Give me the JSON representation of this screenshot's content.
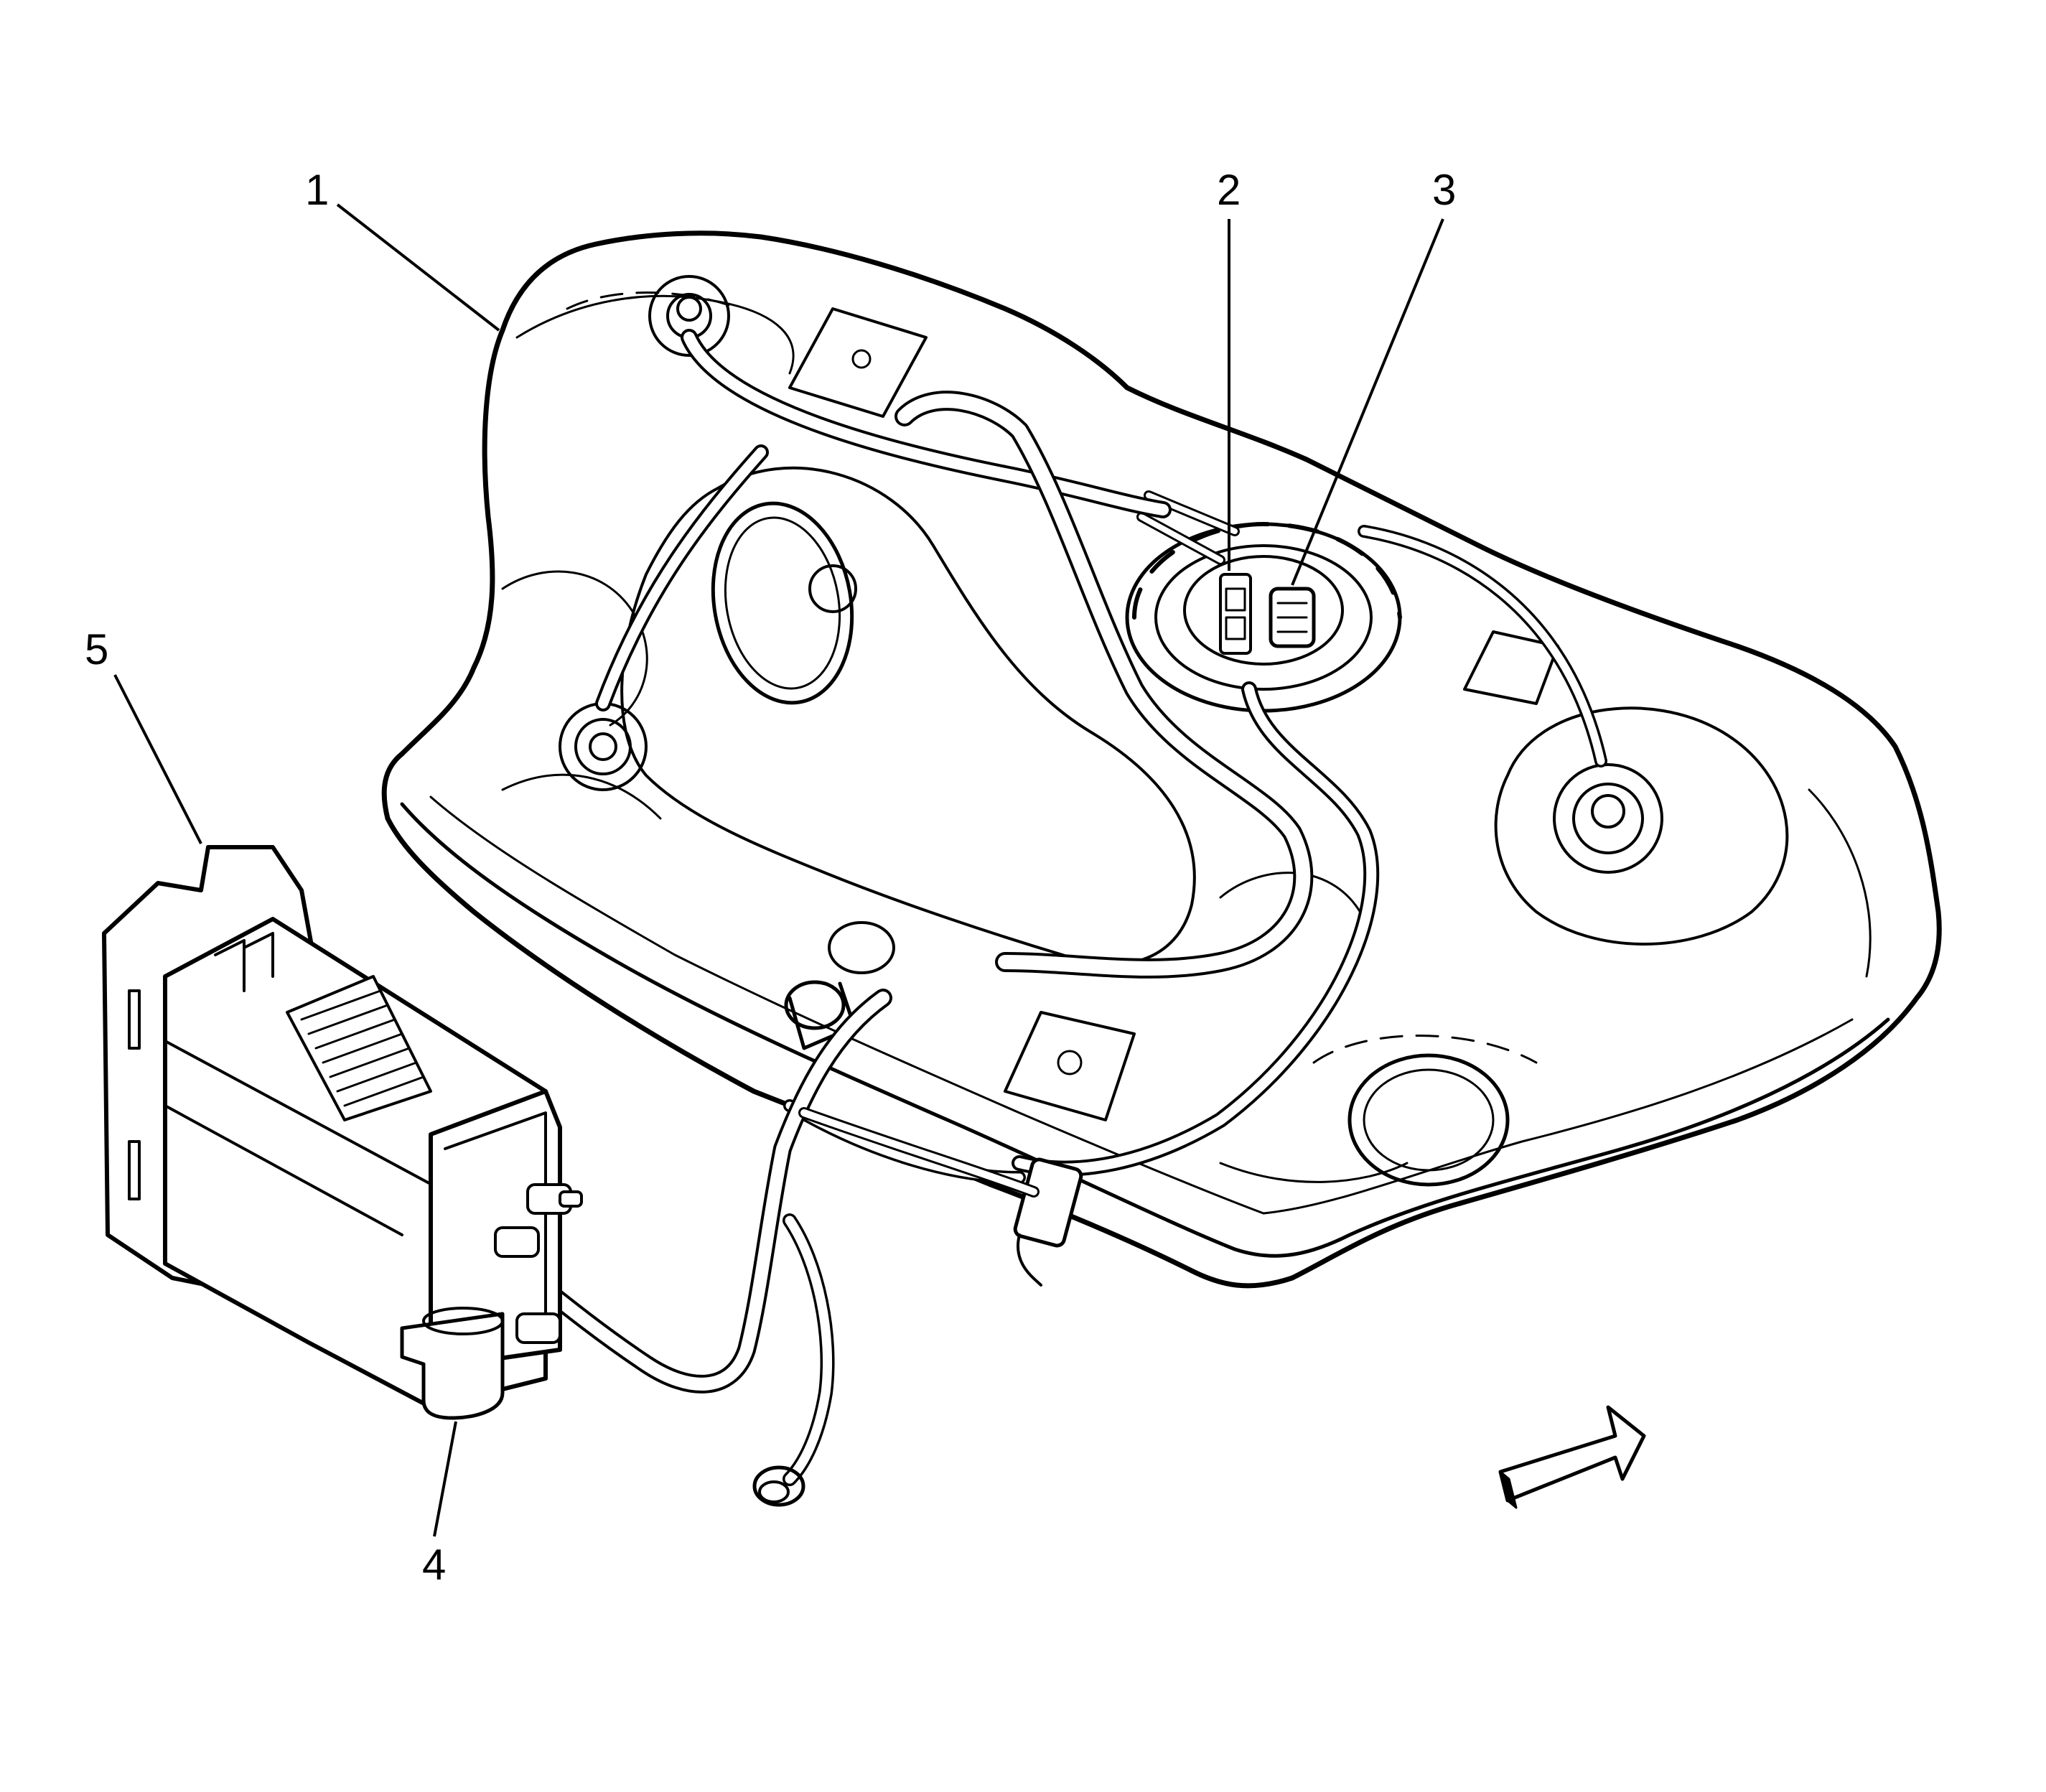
{
  "colors": {
    "line": "#000000",
    "background": "#ffffff"
  },
  "callouts": [
    {
      "id": "1",
      "label": "1"
    },
    {
      "id": "2",
      "label": "2"
    },
    {
      "id": "3",
      "label": "3"
    },
    {
      "id": "4",
      "label": "4"
    },
    {
      "id": "5",
      "label": "5"
    }
  ]
}
